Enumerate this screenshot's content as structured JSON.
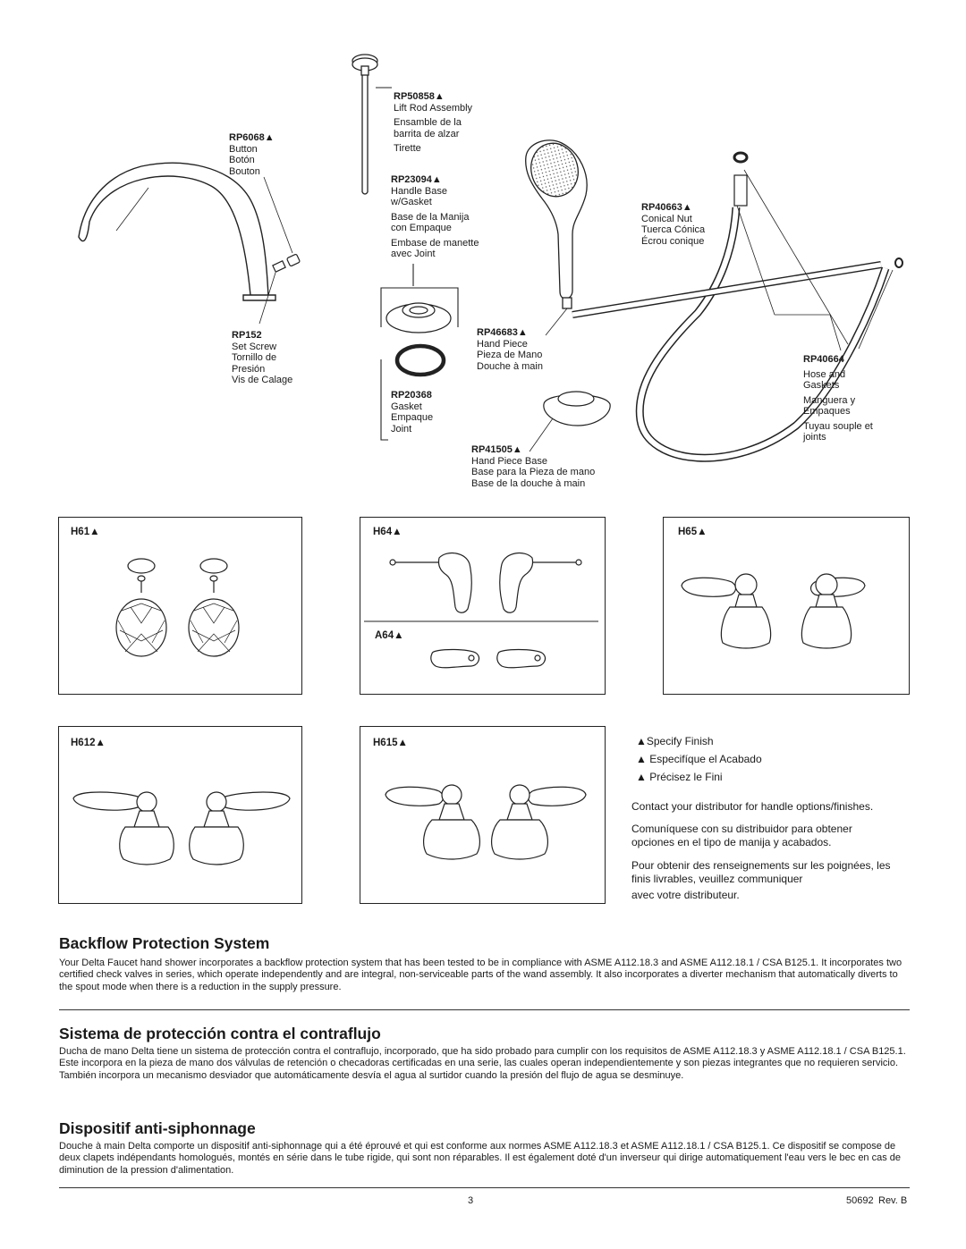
{
  "parts": {
    "rp50858": {
      "number": "RP50858▲",
      "lines": [
        "Lift Rod Assembly",
        "Ensamble de la",
        "barrita de alzar",
        "Tirette"
      ]
    },
    "rp6068": {
      "number": "RP6068▲",
      "lines": [
        "Button",
        "Botón",
        "Bouton"
      ]
    },
    "rp23094": {
      "number": "RP23094▲",
      "lines": [
        "Handle Base",
        "w/Gasket",
        "Base de la Manija",
        "con Empaque",
        "Embase de manette",
        "avec Joint"
      ]
    },
    "rp40663": {
      "number": "RP40663▲",
      "lines": [
        "Conical Nut",
        "Tuerca Cónica",
        "Écrou conique"
      ]
    },
    "rp152": {
      "number": "RP152",
      "lines": [
        "Set Screw",
        "Tornillo de",
        "Presión",
        "Vis de Calage"
      ]
    },
    "rp46683": {
      "number": "RP46683▲",
      "lines": [
        "Hand Piece",
        "Pieza de Mano",
        "Douche à main"
      ]
    },
    "rp40664": {
      "number": "RP40664",
      "lines": [
        "Hose and",
        "Gaskets",
        "Manguera y",
        "Empaques",
        "Tuyau souple et",
        "joints"
      ]
    },
    "rp20368": {
      "number": "RP20368",
      "lines": [
        "Gasket",
        "Empaque",
        "Joint"
      ]
    },
    "rp41505": {
      "number": "RP41505▲",
      "lines": [
        "Hand Piece Base",
        "Base para la Pieza de mano",
        "Base de la douche à main"
      ]
    }
  },
  "handle_boxes": {
    "h61": "H61▲",
    "h64": "H64▲",
    "a64": "A64▲",
    "h65": "H65▲",
    "h612": "H612▲",
    "h615": "H615▲"
  },
  "finish_note": {
    "specify_en": "▲Specify Finish",
    "specify_es": "▲ Especifíque el Acabado",
    "specify_fr": "▲ Précisez le Fini",
    "contact_en": "Contact your distributor for handle options/finishes.",
    "contact_es": "Comuníquese con su distribuidor para obtener opciones en el tipo de manija y acabados.",
    "contact_fr_1": "Pour obtenir des renseignements sur les poignées, les finis livrables, veuillez communiquer",
    "contact_fr_2": "avec votre distributeur."
  },
  "sections": {
    "en": {
      "title": "Backflow Protection System",
      "body": "Your Delta Faucet hand shower incorporates a backflow protection system that has been tested to be in compliance with ASME A112.18.3 and ASME A112.18.1 / CSA B125.1. It incorporates two certified check valves in series, which operate independently and are integral, non-serviceable parts of the wand assembly. It also incorporates a diverter mechanism that automatically diverts to the spout mode when there is a reduction in the supply pressure."
    },
    "es": {
      "title": "Sistema de protección contra el contraflujo",
      "body": "Ducha de mano Delta tiene un sistema de protección contra el contraflujo, incorporado, que ha sido probado para cumplir con los requisitos de ASME A112.18.3 y ASME A112.18.1 / CSA B125.1. Este incorpora en la pieza de mano dos válvulas de retención o checadoras certificadas en una serie, las cuales operan independientemente y son piezas integrantes que no requieren servicio. También incorpora un mecanismo desviador que automáticamente desvía el agua al surtidor cuando la presión del flujo de agua se desminuye."
    },
    "fr": {
      "title": "Dispositif anti-siphonnage",
      "body": "Douche à main Delta comporte un dispositif anti-siphonnage qui a été éprouvé et qui est conforme aux normes ASME A112.18.3 et ASME A112.18.1 / CSA B125.1. Ce dispositif se compose de deux clapets indépendants homologués, montés en série dans le tube rigide, qui sont non réparables. Il est également doté d'un inverseur qui dirige automatiquement l'eau vers le bec en cas de diminution de la pression d'alimentation."
    }
  },
  "footer": {
    "page_number": "3",
    "doc_number": "50692",
    "revision": "Rev. B"
  }
}
